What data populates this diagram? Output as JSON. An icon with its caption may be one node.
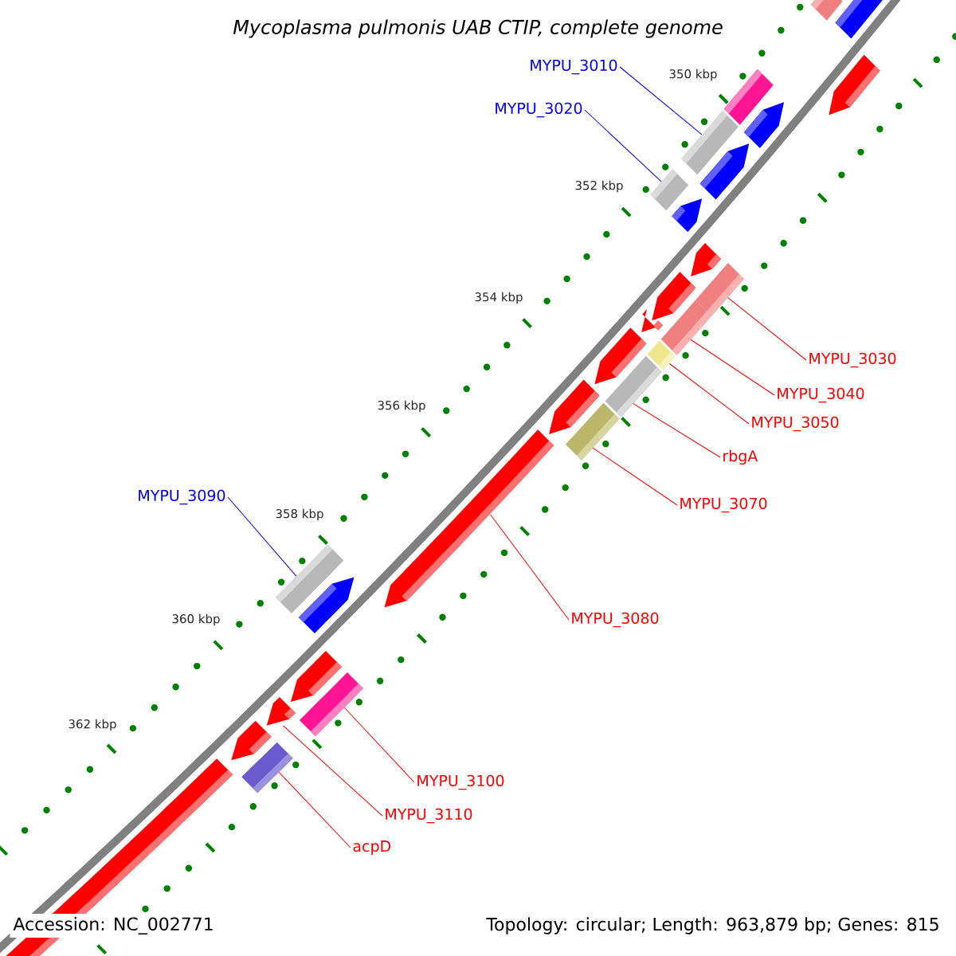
{
  "diagram": {
    "title": "Mycoplasma pulmonis UAB CTIP, complete genome",
    "nodes": [
      {
        "text": [
          "MYPU_3010"
        ]
      },
      {
        "text": [
          "MYPU_3020"
        ]
      },
      {
        "text": [
          "MYPU_3030"
        ]
      },
      {
        "text": [
          "MYPU_3040"
        ]
      },
      {
        "text": [
          "MYPU_3050"
        ]
      },
      {
        "text": [
          "rbgA"
        ]
      },
      {
        "text": [
          "MYPU_3090"
        ]
      },
      {
        "text": [
          "MYPU_3070"
        ]
      },
      {
        "text": [
          "MYPU_3080"
        ]
      },
      {
        "text": [
          "MYPU_3100"
        ]
      },
      {
        "text": [
          "MYPU_3110"
        ]
      },
      {
        "text": [
          "acpD"
        ]
      },
      {
        "text": [],
        "shape": "bar"
      },
      {
        "text": [],
        "shape": "bar"
      },
      {
        "text": [],
        "shape": "arrow"
      },
      {
        "text": [],
        "shape": "bar"
      },
      {
        "text": [],
        "shape": "arrow"
      },
      {
        "text": [],
        "shape": "bar"
      },
      {
        "text": [],
        "shape": "arrow"
      },
      {
        "text": [],
        "shape": "bar"
      },
      {
        "text": [],
        "shape": "arrow"
      },
      {
        "text": [],
        "shape": "bar"
      },
      {
        "text": [],
        "shape": "arrow"
      },
      {
        "text": [],
        "shape": "arrow"
      },
      {
        "text": [],
        "shape": "bar"
      },
      {
        "text": [],
        "shape": "arrow"
      },
      {
        "text": [],
        "shape": "bar"
      },
      {
        "text": [],
        "shape": "arrow"
      },
      {
        "text": [],
        "shape": "bar"
      },
      {
        "text": [],
        "shape": "arrow"
      },
      {
        "text": [],
        "shape": "bar"
      },
      {
        "text": [],
        "shape": "arrow"
      },
      {
        "text": [],
        "shape": "bar"
      },
      {
        "text": [],
        "shape": "arrow"
      },
      {
        "text": [],
        "shape": "arrow"
      },
      {
        "text": [],
        "shape": "bar"
      },
      {
        "text": [],
        "shape": "arrow"
      },
      {
        "text": [],
        "shape": "arrow"
      },
      {
        "text": [],
        "shape": "bar"
      },
      {
        "text": [],
        "shape": "bar"
      }
    ],
    "edges": [
      {
        "from": 0,
        "to": 17,
        "arrow": "none",
        "color": "#0000ff"
      },
      {
        "from": 1,
        "to": 19,
        "arrow": "none",
        "color": "#0000ff"
      },
      {
        "from": 2,
        "to": 21,
        "arrow": "none"
      },
      {
        "from": 3,
        "to": 24,
        "arrow": "none"
      },
      {
        "from": 4,
        "to": 26,
        "arrow": "none"
      },
      {
        "from": 5,
        "to": 28,
        "arrow": "none"
      },
      {
        "from": 6,
        "to": 32,
        "arrow": "none",
        "color": "#0000ff"
      },
      {
        "from": 7,
        "to": 30,
        "arrow": "none"
      },
      {
        "from": 8,
        "to": 31,
        "arrow": "none"
      },
      {
        "from": 9,
        "to": 35,
        "arrow": "none"
      },
      {
        "from": 10,
        "to": 36,
        "arrow": "none"
      },
      {
        "from": 11,
        "to": 38,
        "arrow": "none"
      }
    ],
    "labels": [
      "350 kbp",
      "352 kbp",
      "354 kbp",
      "356 kbp",
      "358 kbp",
      "360 kbp",
      "362 kbp",
      "Accession: NC_002771",
      "Topology: circular; Length: 963,879 bp; Genes: 815"
    ]
  }
}
